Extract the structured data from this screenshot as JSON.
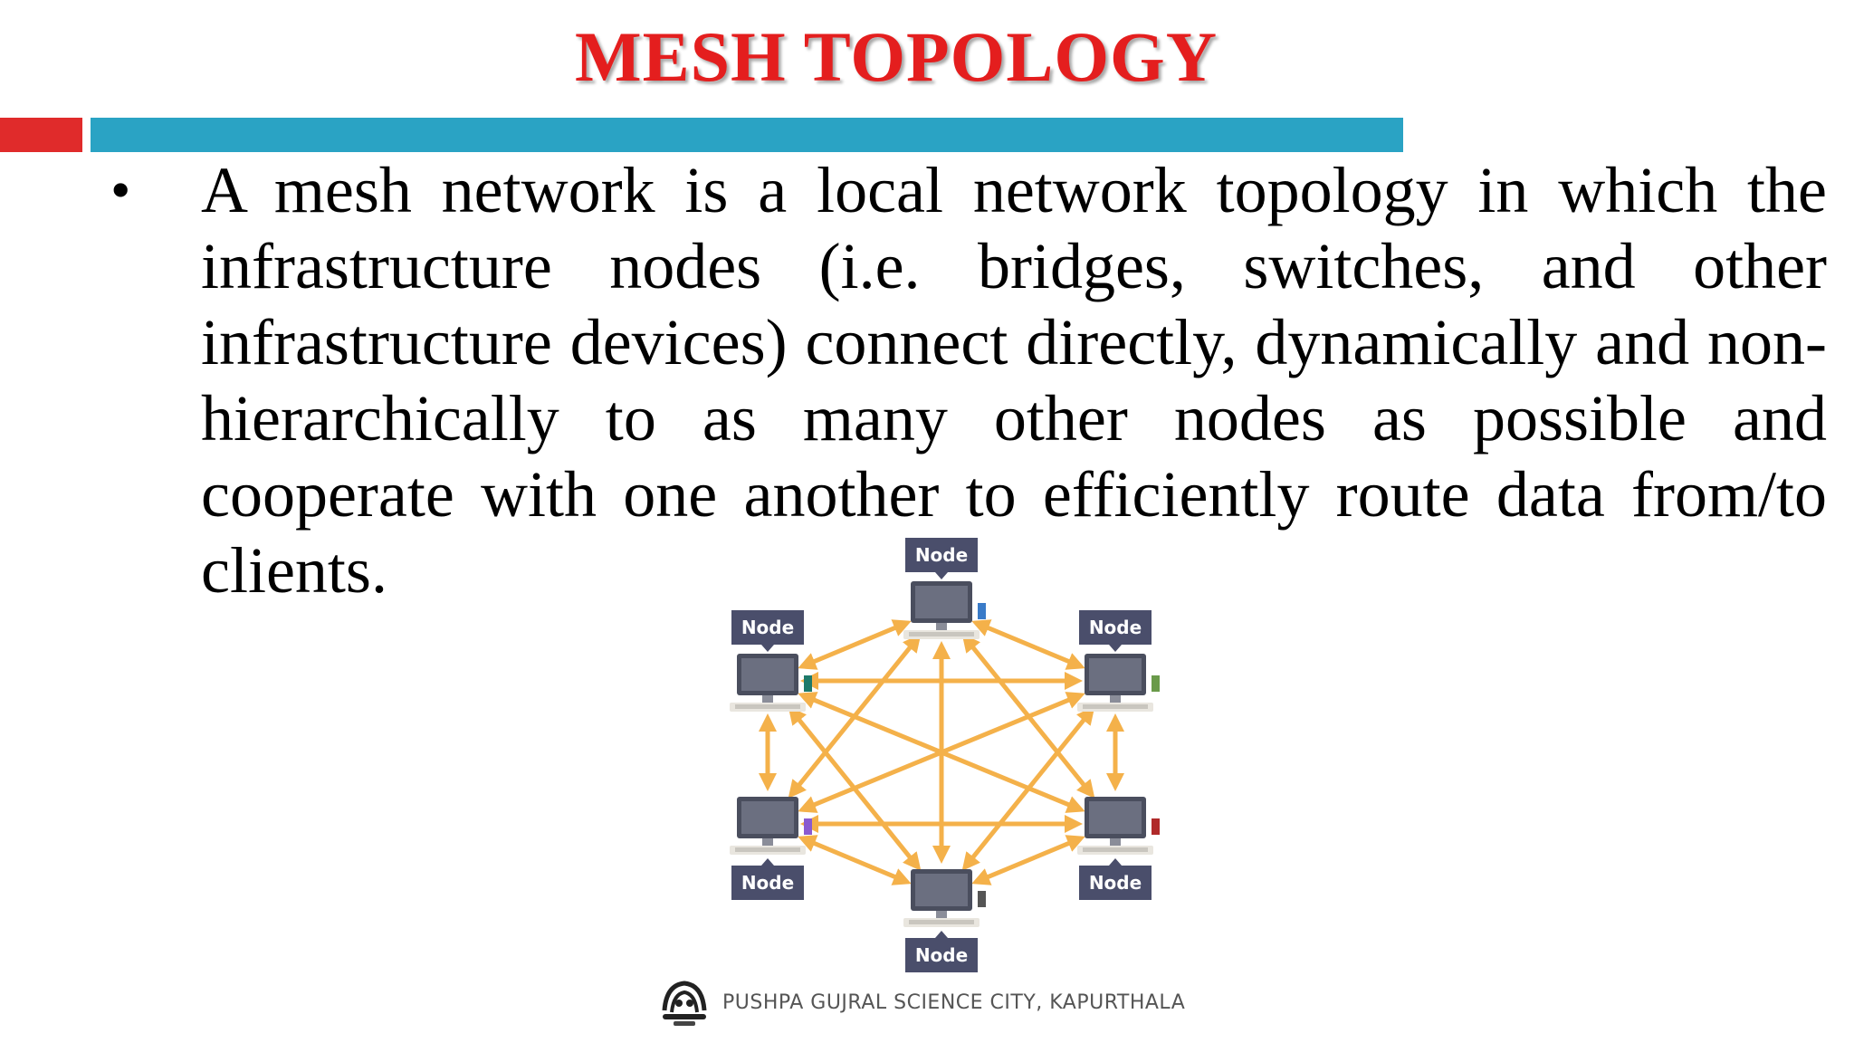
{
  "slide": {
    "title": "MESH TOPOLOGY",
    "bullet_symbol": "•",
    "bullet_text": "A mesh network is a local network topology in which the infrastructure nodes (i.e. bridges, switches, and other infrastructure devices) connect directly, dynamically and non-hierarchically to as many other nodes as possible and cooperate with one another to efficiently route data from/to clients."
  },
  "diagram": {
    "node_labels": [
      "Node",
      "Node",
      "Node",
      "Node",
      "Node",
      "Node"
    ]
  },
  "footer": {
    "institution": "PUSHPA GUJRAL SCIENCE CITY, KAPURTHALA"
  },
  "colors": {
    "title_red": "#e41e1e",
    "accent_red": "#e02b2b",
    "accent_blue": "#2aa3c4",
    "node_label_bg": "#4a4e6b",
    "link_orange": "#f4b14a"
  }
}
